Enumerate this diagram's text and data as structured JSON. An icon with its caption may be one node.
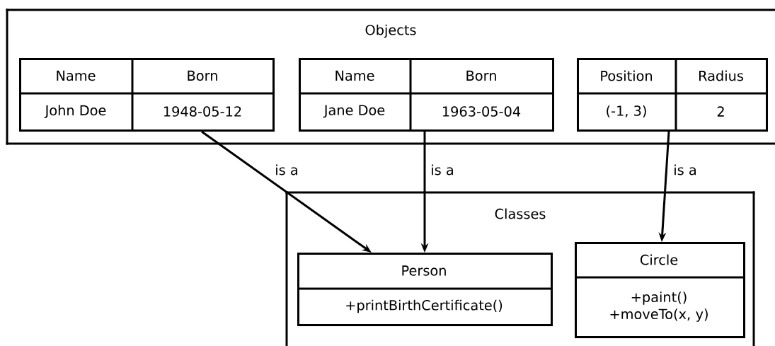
{
  "diagram": {
    "nodes": [
      {
        "text": [
          "Objects"
        ]
      },
      {
        "text": [
          "Name",
          "Born",
          "John Doe",
          "1948-05-12"
        ],
        "in": 0
      },
      {
        "text": [
          "Name",
          "Born",
          "Jane Doe",
          "1963-05-04"
        ],
        "in": 0
      },
      {
        "text": [
          "Position",
          "Radius",
          "(-1, 3)",
          "2"
        ],
        "in": 0
      },
      {
        "text": [
          "Classes"
        ]
      },
      {
        "text": [
          "Person",
          "+printBirthCertificate()"
        ],
        "in": 4
      },
      {
        "text": [
          "Circle",
          "+paint() +moveTo(x, y)"
        ],
        "in": 4
      }
    ],
    "edges": [
      {
        "from": 1,
        "to": 5,
        "arrow": "to",
        "label": "is a"
      },
      {
        "from": 2,
        "to": 5,
        "arrow": "to",
        "label": "is a"
      },
      {
        "from": 3,
        "to": 6,
        "arrow": "to",
        "label": "is a"
      }
    ]
  }
}
